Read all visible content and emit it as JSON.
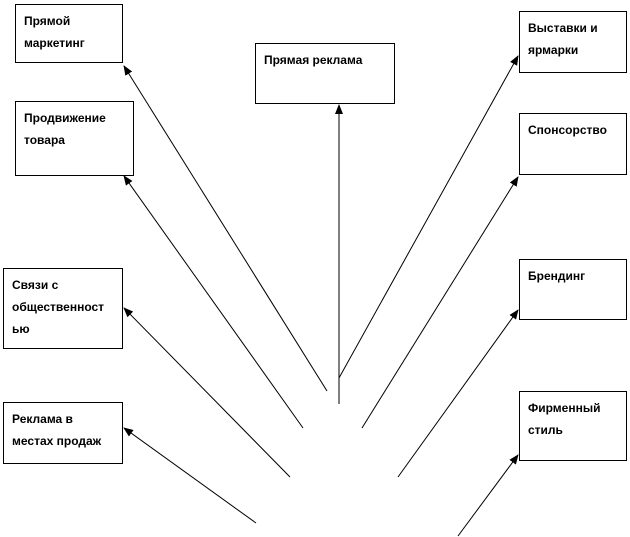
{
  "diagram": {
    "nodes": [
      {
        "id": "direct-marketing",
        "label": "Прямой\nмаркетинг"
      },
      {
        "id": "direct-advertising",
        "label": "Прямая реклама"
      },
      {
        "id": "exhibitions",
        "label": "Выставки и\nярмарки"
      },
      {
        "id": "product-promotion",
        "label": "Продвижение\nтовара"
      },
      {
        "id": "sponsorship",
        "label": "Спонсорство"
      },
      {
        "id": "public-relations",
        "label": "Связи с\nобщественност\nью"
      },
      {
        "id": "branding",
        "label": "Брендинг"
      },
      {
        "id": "point-of-sale",
        "label": "Реклама в\nместах продаж"
      },
      {
        "id": "corporate-identity",
        "label": "Фирменный\nстиль"
      }
    ],
    "colors": {
      "line": "#000000",
      "box_border": "#000000",
      "background": "#ffffff"
    }
  }
}
